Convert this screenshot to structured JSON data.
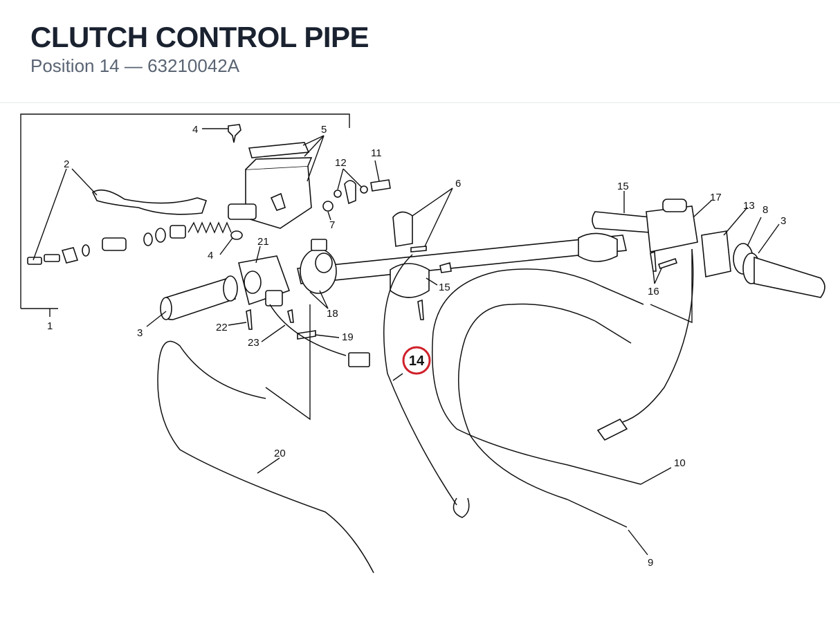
{
  "header": {
    "title": "CLUTCH CONTROL PIPE",
    "subtitle": "Position 14 — 63210042A"
  },
  "diagram": {
    "highlight_label": "14",
    "highlight_color": "#d0202a",
    "labels": {
      "l1": "1",
      "l2": "2",
      "l3a": "3",
      "l3b": "3",
      "l4a": "4",
      "l4b": "4",
      "l5": "5",
      "l6": "6",
      "l7": "7",
      "l8": "8",
      "l9": "9",
      "l10": "10",
      "l11": "11",
      "l12": "12",
      "l13": "13",
      "l15a": "15",
      "l15b": "15",
      "l16": "16",
      "l17": "17",
      "l18": "18",
      "l19": "19",
      "l20": "20",
      "l21": "21",
      "l22": "22",
      "l23": "23"
    }
  }
}
